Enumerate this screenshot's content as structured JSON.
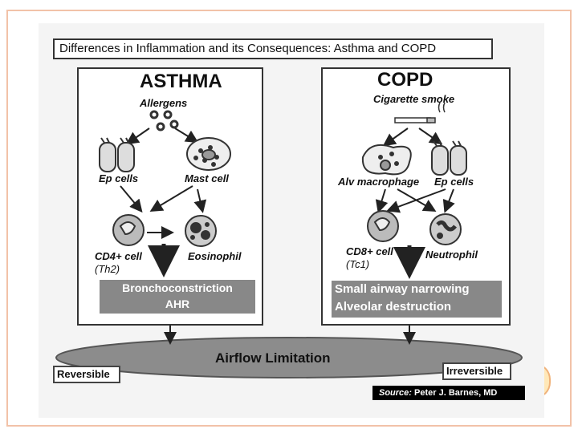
{
  "title": "Differences in Inflammation and its Consequences: Asthma and COPD",
  "asthma": {
    "heading": "ASTHMA",
    "trigger": "Allergens",
    "cells_left": "Ep cells",
    "cells_right": "Mast cell",
    "lower_left": "CD4+ cell",
    "lower_left_sub": "(Th2)",
    "lower_right": "Eosinophil",
    "result_line1": "Bronchoconstriction",
    "result_line2": "AHR"
  },
  "copd": {
    "heading": "COPD",
    "trigger": "Cigarette smoke",
    "cells_left": "Alv macrophage",
    "cells_right": "Ep cells",
    "lower_left": "CD8+ cell",
    "lower_left_sub": "(Tc1)",
    "lower_right": "Neutrophil",
    "result_line1": "Small airway narrowing",
    "result_line2": "Alveolar destruction"
  },
  "outcome": {
    "center": "Airflow Limitation",
    "left": "Reversible",
    "right": "Irreversible"
  },
  "source": {
    "prefix": "Source:",
    "author": "Peter J. Barnes, MD"
  }
}
